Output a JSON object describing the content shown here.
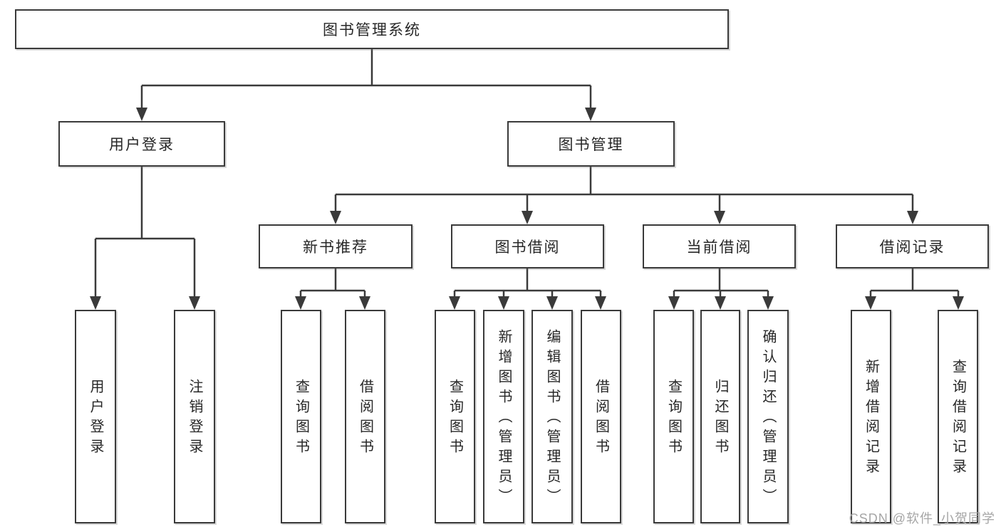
{
  "tree": {
    "root": {
      "label": "图书管理系统"
    },
    "branches": [
      {
        "label": "用户登录",
        "children": [
          {
            "label": "用户登录"
          },
          {
            "label": "注销登录"
          }
        ]
      },
      {
        "label": "图书管理",
        "sections": [
          {
            "label": "新书推荐",
            "children": [
              {
                "label": "查询图书"
              },
              {
                "label": "借阅图书"
              }
            ]
          },
          {
            "label": "图书借阅",
            "children": [
              {
                "label": "查询图书"
              },
              {
                "label": "新增图书（管理员）"
              },
              {
                "label": "编辑图书（管理员）"
              },
              {
                "label": "借阅图书"
              }
            ]
          },
          {
            "label": "当前借阅",
            "children": [
              {
                "label": "查询图书"
              },
              {
                "label": "归还图书"
              },
              {
                "label": "确认归还（管理员）"
              }
            ]
          },
          {
            "label": "借阅记录",
            "children": [
              {
                "label": "新增借阅记录"
              },
              {
                "label": "查询借阅记录"
              }
            ]
          }
        ]
      }
    ]
  },
  "watermark": {
    "text": "CSDN @软件_小贺同学"
  },
  "colors": {
    "line": "#3a3a3a",
    "box_border": "#3a3a3a",
    "text": "#272727",
    "watermark": "#a6a6a6",
    "background": "#ffffff"
  }
}
